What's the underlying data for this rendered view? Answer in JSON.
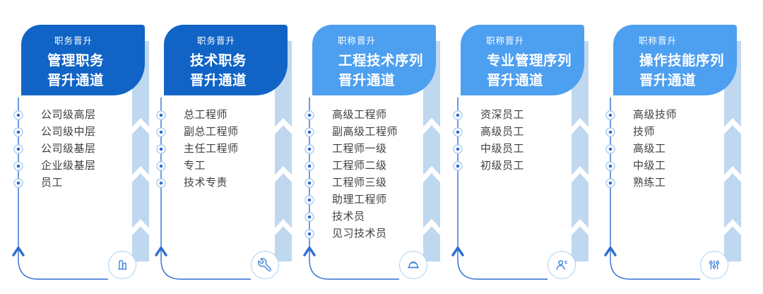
{
  "colors": {
    "dark_header": "#1164c6",
    "light_header": "#4d9ff0",
    "band": "#bfd8f0",
    "flow_line": "#2e6fd0",
    "dot_ring": "#a9cdee",
    "item_text": "#3f3f3f",
    "icon_blue": "#3c83da"
  },
  "cards": [
    {
      "category": "职务晋升",
      "title_line1": "管理职务",
      "title_line2": "晋升通道",
      "items": [
        "公司级高层",
        "公司级中层",
        "公司级基层",
        "企业级基层",
        "员工"
      ],
      "icon": "building-icon",
      "theme": "dark"
    },
    {
      "category": "职务晋升",
      "title_line1": "技术职务",
      "title_line2": "晋升通道",
      "items": [
        "总工程师",
        "副总工程师",
        "主任工程师",
        "专工",
        "技术专责"
      ],
      "icon": "wrench-icon",
      "theme": "dark"
    },
    {
      "category": "职称晋升",
      "title_line1": "工程技术序列",
      "title_line2": "晋升通道",
      "items": [
        "高级工程师",
        "副高级工程师",
        "工程师一级",
        "工程师二级",
        "工程师三级",
        "助理工程师",
        "技术员",
        "见习技术员"
      ],
      "icon": "hard-hat-icon",
      "theme": "light"
    },
    {
      "category": "职称晋升",
      "title_line1": "专业管理序列",
      "title_line2": "晋升通道",
      "items": [
        "资深员工",
        "高级员工",
        "中级员工",
        "初级员工"
      ],
      "icon": "user-icon",
      "theme": "light"
    },
    {
      "category": "职称晋升",
      "title_line1": "操作技能序列",
      "title_line2": "晋升通道",
      "items": [
        "高级技师",
        "技师",
        "高级工",
        "中级工",
        "熟练工"
      ],
      "icon": "sliders-icon",
      "theme": "light"
    }
  ]
}
